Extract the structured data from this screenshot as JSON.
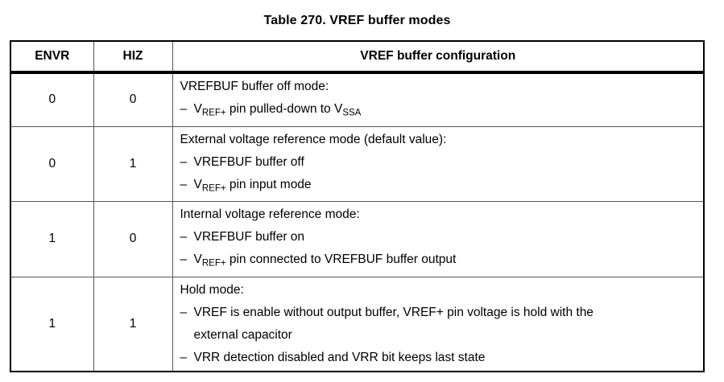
{
  "title": "Table 270. VREF buffer modes",
  "bullet_char": "–",
  "colors": {
    "text": "#000000",
    "border_outer": "#000000",
    "border_inner": "#555555",
    "header_rule": "#000000",
    "background": "#ffffff"
  },
  "table": {
    "headers": [
      "ENVR",
      "HIZ",
      "VREF buffer configuration"
    ],
    "rows": [
      {
        "envr": "0",
        "hiz": "0",
        "config": [
          {
            "type": "plain",
            "segments": [
              {
                "t": "VREFBUF buffer off mode:"
              }
            ]
          },
          {
            "type": "bullet",
            "segments": [
              {
                "t": "V"
              },
              {
                "t": "REF+",
                "sub": true
              },
              {
                "t": " pin pulled-down to V"
              },
              {
                "t": "SSA",
                "sub": true
              }
            ]
          }
        ]
      },
      {
        "envr": "0",
        "hiz": "1",
        "config": [
          {
            "type": "plain",
            "segments": [
              {
                "t": "External voltage reference mode (default value):"
              }
            ]
          },
          {
            "type": "bullet",
            "segments": [
              {
                "t": "VREFBUF buffer off"
              }
            ]
          },
          {
            "type": "bullet",
            "segments": [
              {
                "t": "V"
              },
              {
                "t": "REF+",
                "sub": true
              },
              {
                "t": " pin input mode"
              }
            ]
          }
        ]
      },
      {
        "envr": "1",
        "hiz": "0",
        "config": [
          {
            "type": "plain",
            "segments": [
              {
                "t": "Internal voltage reference mode:"
              }
            ]
          },
          {
            "type": "bullet",
            "segments": [
              {
                "t": "VREFBUF buffer on"
              }
            ]
          },
          {
            "type": "bullet",
            "segments": [
              {
                "t": "V"
              },
              {
                "t": "REF+",
                "sub": true
              },
              {
                "t": " pin connected to VREFBUF buffer output"
              }
            ]
          }
        ]
      },
      {
        "envr": "1",
        "hiz": "1",
        "config": [
          {
            "type": "plain",
            "segments": [
              {
                "t": "Hold mode:"
              }
            ]
          },
          {
            "type": "bullet",
            "segments": [
              {
                "t": "VREF is enable without output buffer, VREF+ pin voltage is hold with the"
              },
              {
                "br": true
              },
              {
                "t": "external capacitor"
              }
            ]
          },
          {
            "type": "bullet",
            "segments": [
              {
                "t": "VRR detection disabled and VRR bit keeps last state"
              }
            ]
          }
        ]
      }
    ]
  }
}
